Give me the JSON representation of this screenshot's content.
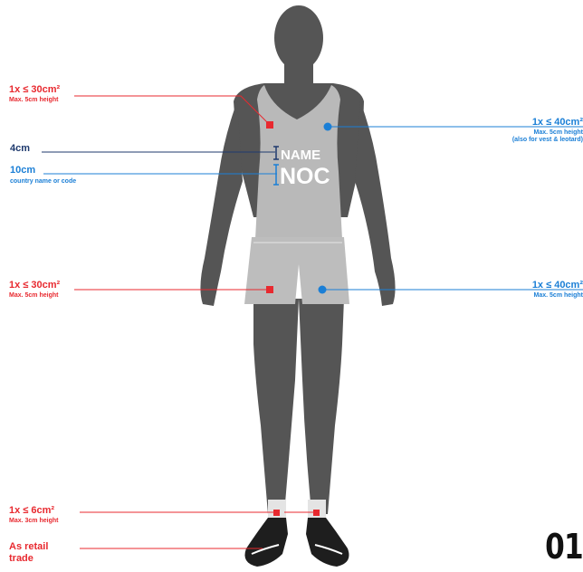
{
  "labels": {
    "chest_left_main": "1x ≤ 30cm²",
    "chest_left_sub": "Max. 5cm height",
    "chest_right_main": "1x ≤ 40cm²",
    "chest_right_sub": "Max. 5cm height",
    "chest_right_sub2": "(also for vest & leotard)",
    "name_height": "4cm",
    "noc_height": "10cm",
    "noc_sub": "country name or code",
    "shorts_left_main": "1x ≤ 30cm²",
    "shorts_left_sub": "Max. 5cm height",
    "shorts_right_main": "1x ≤ 40cm²",
    "shorts_right_sub": "Max. 5cm height",
    "socks_main": "1x ≤ 6cm²",
    "socks_sub": "Max. 3cm height",
    "shoes_main": "As retail trade"
  },
  "shirt_text": {
    "name": "NAME",
    "noc": "NOC"
  },
  "page_number": "01",
  "colors": {
    "red": "#e8292f",
    "blue": "#1b7fd6",
    "navy": "#1f3a6e",
    "body": "#555555",
    "garment": "#b9b9b9"
  }
}
